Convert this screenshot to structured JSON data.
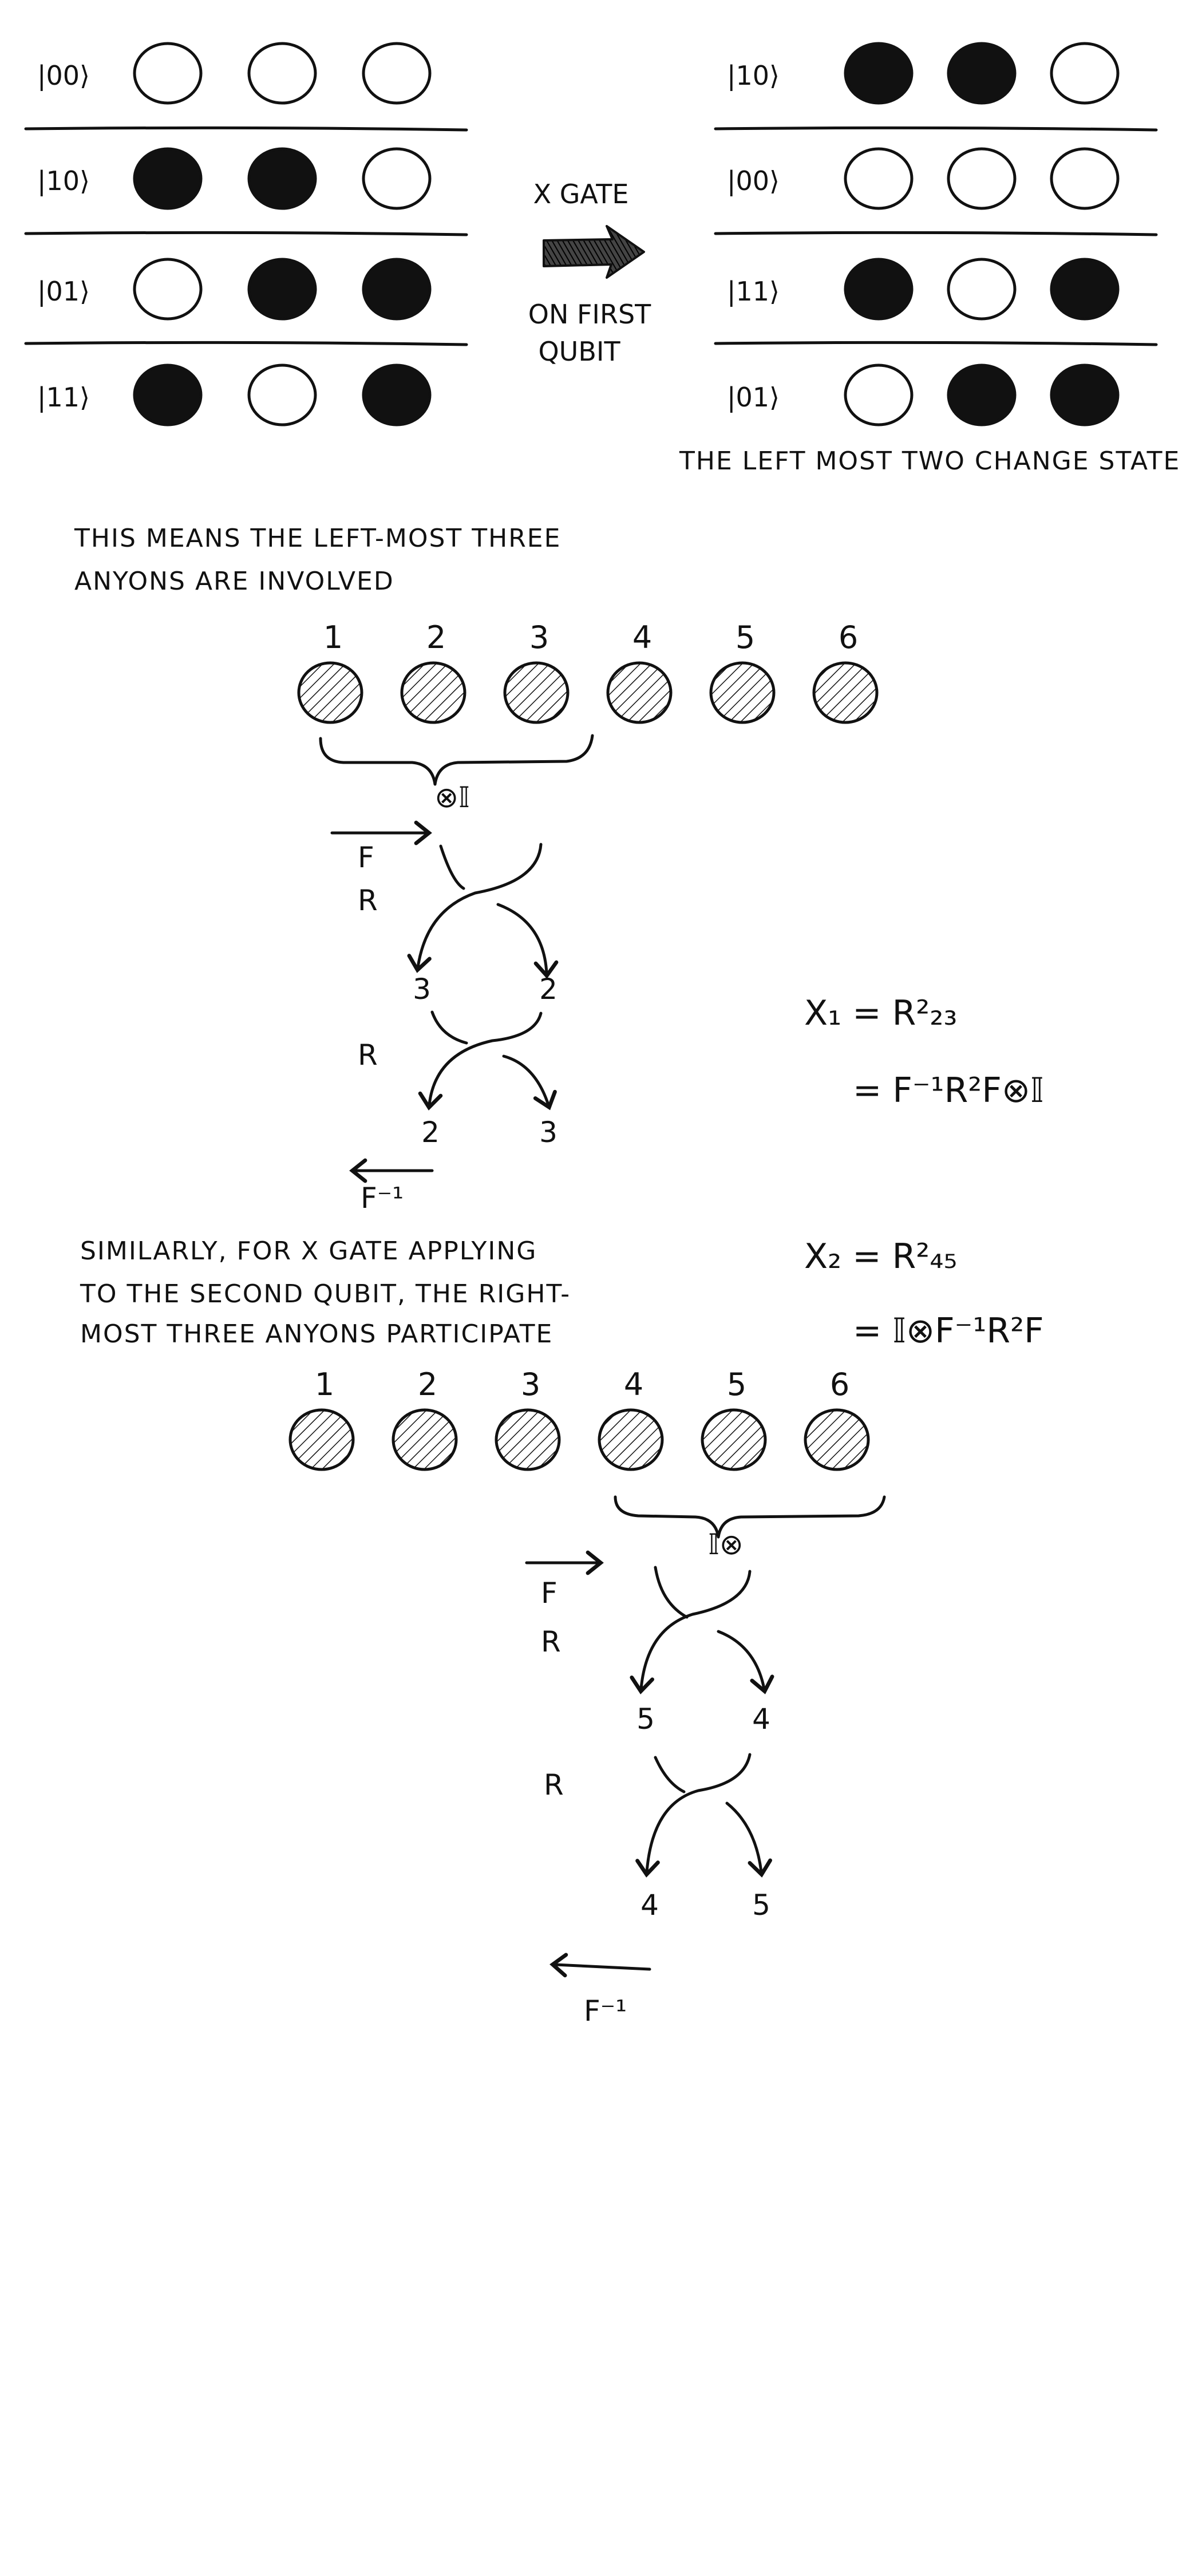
{
  "table_left": {
    "rows": [
      {
        "ket": "|00⟩",
        "balls": [
          0,
          0,
          0
        ]
      },
      {
        "ket": "|10⟩",
        "balls": [
          1,
          1,
          0
        ]
      },
      {
        "ket": "|01⟩",
        "balls": [
          0,
          1,
          1
        ]
      },
      {
        "ket": "|11⟩",
        "balls": [
          1,
          0,
          1
        ]
      }
    ]
  },
  "table_right": {
    "rows": [
      {
        "ket": "|10⟩",
        "balls": [
          1,
          1,
          0
        ]
      },
      {
        "ket": "|00⟩",
        "balls": [
          0,
          0,
          0
        ]
      },
      {
        "ket": "|11⟩",
        "balls": [
          1,
          0,
          1
        ]
      },
      {
        "ket": "|01⟩",
        "balls": [
          0,
          1,
          1
        ]
      }
    ]
  },
  "arrow": {
    "top_label": "X GATE",
    "bottom_line1": "ON FIRST",
    "bottom_line2": "QUBIT"
  },
  "right_caption": "THE LEFT MOST TWO CHANGE STATE",
  "para1": {
    "line1": "THIS MEANS THE LEFT-MOST THREE",
    "line2": "ANYONS ARE INVOLVED"
  },
  "anyon_numbers": [
    "1",
    "2",
    "3",
    "4",
    "5",
    "6"
  ],
  "diagram1": {
    "brace_label": "⊗𝕀",
    "f": "F",
    "r1": "R",
    "mid_left": "3",
    "mid_right": "2",
    "r2": "R",
    "bot_left": "2",
    "bot_right": "3",
    "finv": "F⁻¹"
  },
  "eq1": {
    "lhs": "X₁ = R²₂₃",
    "rhs": "= F⁻¹R²F⊗𝕀"
  },
  "para2": {
    "line1": "SIMILARLY, FOR X GATE APPLYING",
    "line2": "TO THE SECOND QUBIT, THE RIGHT-",
    "line3": "MOST THREE ANYONS PARTICIPATE"
  },
  "eq2": {
    "lhs": "X₂ = R²₄₅",
    "rhs": "= 𝕀⊗F⁻¹R²F"
  },
  "diagram2": {
    "brace_label": "𝕀⊗",
    "f": "F",
    "r1": "R",
    "mid_left": "5",
    "mid_right": "4",
    "r2": "R",
    "bot_left": "4",
    "bot_right": "5",
    "finv": "F⁻¹"
  }
}
